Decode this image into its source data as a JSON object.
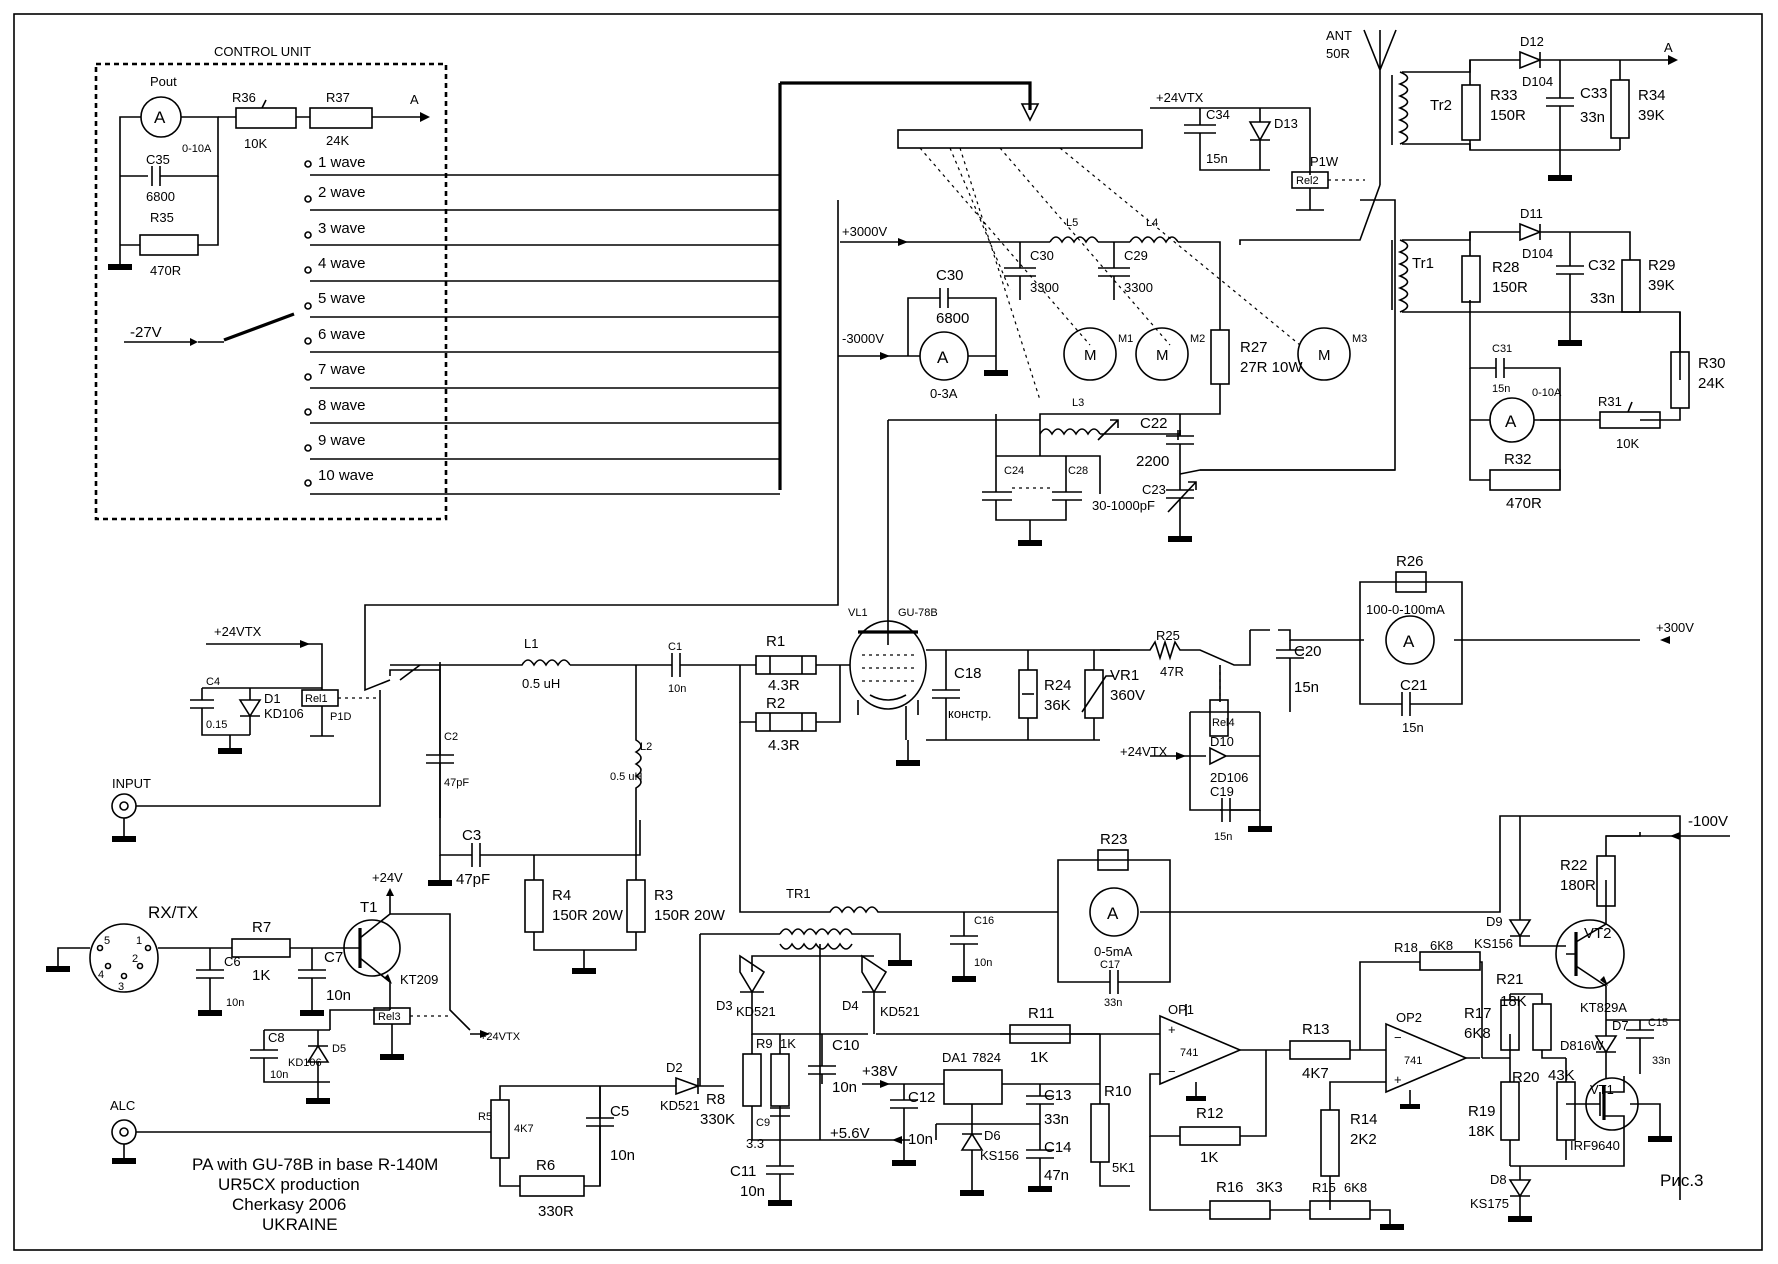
{
  "title_block": {
    "line1": "PA with GU-78B in base R-140M",
    "line2": "UR5CX production",
    "line3": "Cherkasy 2006",
    "line4": "UKRAINE",
    "figure": "Рис.3"
  },
  "control_unit": {
    "title": "CONTROL UNIT",
    "meter_label": "Pout",
    "meter_range": "0-10A",
    "c35": "C35",
    "c35_val": "6800",
    "r35": "R35",
    "r35_val": "470R",
    "r36": "R36",
    "r36_val": "10K",
    "r37": "R37",
    "r37_val": "24K",
    "out_label": "A",
    "supply": "-27V",
    "waves": [
      "1 wave",
      "2 wave",
      "3 wave",
      "4 wave",
      "5 wave",
      "6 wave",
      "7 wave",
      "8 wave",
      "9 wave",
      "10 wave"
    ]
  },
  "antenna": {
    "ant": "ANT",
    "imp": "50R",
    "relay": "Rel2",
    "relay_type": "P1W",
    "supply": "+24VTX",
    "c34": "C34",
    "c34_val": "15n",
    "d13": "D13"
  },
  "tr2_block": {
    "tr": "Tr2",
    "d12": "D12",
    "d12_type": "D104",
    "r33": "R33",
    "r33_val": "150R",
    "c33": "C33",
    "c33_val": "33n",
    "r34": "R34",
    "r34_val": "39K",
    "out": "A"
  },
  "tr1_block": {
    "tr": "Tr1",
    "d11": "D11",
    "d11_type": "D104",
    "r28": "R28",
    "r28_val": "150R",
    "c32": "C32",
    "c32_val": "33n",
    "r29": "R29",
    "r29_val": "39K",
    "c31": "C31",
    "c31_val": "15n",
    "r30": "R30",
    "r30_val": "24K",
    "meter_range": "0-10A",
    "r31": "R31",
    "r31_val": "10K",
    "r32": "R32",
    "r32_val": "470R"
  },
  "tank": {
    "hv_pos": "+3000V",
    "hv_neg": "-3000V",
    "c30a": "C30",
    "c30a_val": "3300",
    "c29": "C29",
    "c29_val": "3300",
    "l5": "L5",
    "l4": "L4",
    "l3": "L3",
    "c30b": "C30",
    "c30b_val": "6800",
    "hv_meter_range": "0-3A",
    "m1": "M1",
    "m2": "M2",
    "m3": "M3",
    "motor": "M",
    "r27": "R27",
    "r27_val": "27R 10W",
    "c22": "C22",
    "c22_val": "2200",
    "c24": "C24",
    "c28": "C28",
    "c23": "C23",
    "c23_val": "30-1000pF"
  },
  "input_stage": {
    "supply": "+24VTX",
    "c4": "C4",
    "c4_val": "0.15",
    "d1": "D1",
    "d1_type": "KD106",
    "rel1": "Rel1",
    "rel1_type": "P1D",
    "input": "INPUT",
    "l1": "L1",
    "l1_val": "0.5 uH",
    "c1": "C1",
    "c1_val": "10n",
    "c2": "C2",
    "c2_val": "47pF",
    "l2": "L2",
    "l2_val": "0.5 uH",
    "c3": "C3",
    "c3_val": "47pF",
    "r4": "R4",
    "r4_val": "150R 20W",
    "r3": "R3",
    "r3_val": "150R 20W",
    "r1": "R1",
    "r1_val": "4.3R",
    "r2": "R2",
    "r2_val": "4.3R"
  },
  "tube": {
    "vl": "VL1",
    "type": "GU-78B",
    "c18": "C18",
    "c18_val": "констр.",
    "r24": "R24",
    "r24_val": "36K",
    "vr1": "VR1",
    "vr1_val": "360V",
    "r25": "R25",
    "r25_val": "47R",
    "c20": "C20",
    "c20_val": "15n",
    "r26": "R26",
    "meter_range": "100-0-100mA",
    "c21": "C21",
    "c21_val": "15n",
    "screen": "+300V",
    "rel4": "Rel4",
    "d10": "D10",
    "d10_type": "2D106",
    "c19": "C19",
    "c19_val": "15n",
    "supply": "+24VTX"
  },
  "rxtx": {
    "label": "RX/TX",
    "r7": "R7",
    "r7_val": "1K",
    "c6": "C6",
    "c6_val": "10n",
    "c7": "C7",
    "c7_val": "10n",
    "t1": "T1",
    "t1_type": "KT209",
    "supply": "+24V",
    "c8": "C8",
    "c8_val": "10n",
    "d5": "D5",
    "d5_type": "KD106",
    "rel3": "Rel3",
    "out": "+24VTX",
    "pins": [
      "1",
      "2",
      "3",
      "4",
      "5"
    ]
  },
  "alc": {
    "label": "ALC",
    "r5": "R5",
    "r5_val": "4K7",
    "r6": "R6",
    "r6_val": "330R",
    "c5": "C5",
    "c5_val": "10n",
    "d2": "D2",
    "d2_type": "KD521",
    "r8": "R8",
    "r8_val": "330K"
  },
  "bias": {
    "tr1": "TR1",
    "c16": "C16",
    "c16_val": "10n",
    "r23": "R23",
    "meter_range": "0-5mA",
    "c17": "C17",
    "c17_val": "33n",
    "d3": "D3",
    "d3_type": "KD521",
    "d4": "D4",
    "d4_type": "KD521",
    "r9": "R9",
    "r9_val": "1K",
    "c9": "C9",
    "c9_val": "3.3",
    "c10": "C10",
    "c10_val": "10n",
    "c11": "C11",
    "c11_val": "10n",
    "v38": "+38V",
    "v56": "+5.6V",
    "da1": "DA1",
    "da1_type": "7824",
    "c12": "C12",
    "c12_val": "10n",
    "d6": "D6",
    "d6_type": "KS156",
    "c13": "C13",
    "c13_val": "33n",
    "c14": "C14",
    "c14_val": "47n",
    "r10": "R10",
    "r10_val": "5K1",
    "r11": "R11",
    "r11_val": "1K",
    "op1": "OP1",
    "op1_type": "741",
    "r12": "R12",
    "r12_val": "1K",
    "r13": "R13",
    "r13_val": "4K7",
    "op2": "OP2",
    "op2_type": "741",
    "r14": "R14",
    "r14_val": "2K2",
    "r16": "R16",
    "r16_val": "3K3",
    "r15": "R15",
    "r15_val": "6K8",
    "r18": "R18",
    "r18_val": "6K8",
    "r17": "R17",
    "r17_val": "6K8",
    "r19": "R19",
    "r19_val": "18K",
    "r20": "R20",
    "r20_val": "43K",
    "r21": "R21",
    "r21_val": "18K",
    "r22": "R22",
    "r22_val": "180R",
    "d9": "D9",
    "d9_type": "KS156",
    "vt2": "VT2",
    "vt2_type": "KT829A",
    "d7": "D7",
    "d7_type": "D816W",
    "vt1": "VT1",
    "vt1_type": "IRF9640",
    "d8": "D8",
    "d8_type": "KS175",
    "c15": "C15",
    "c15_val": "33n",
    "neg100": "-100V"
  }
}
